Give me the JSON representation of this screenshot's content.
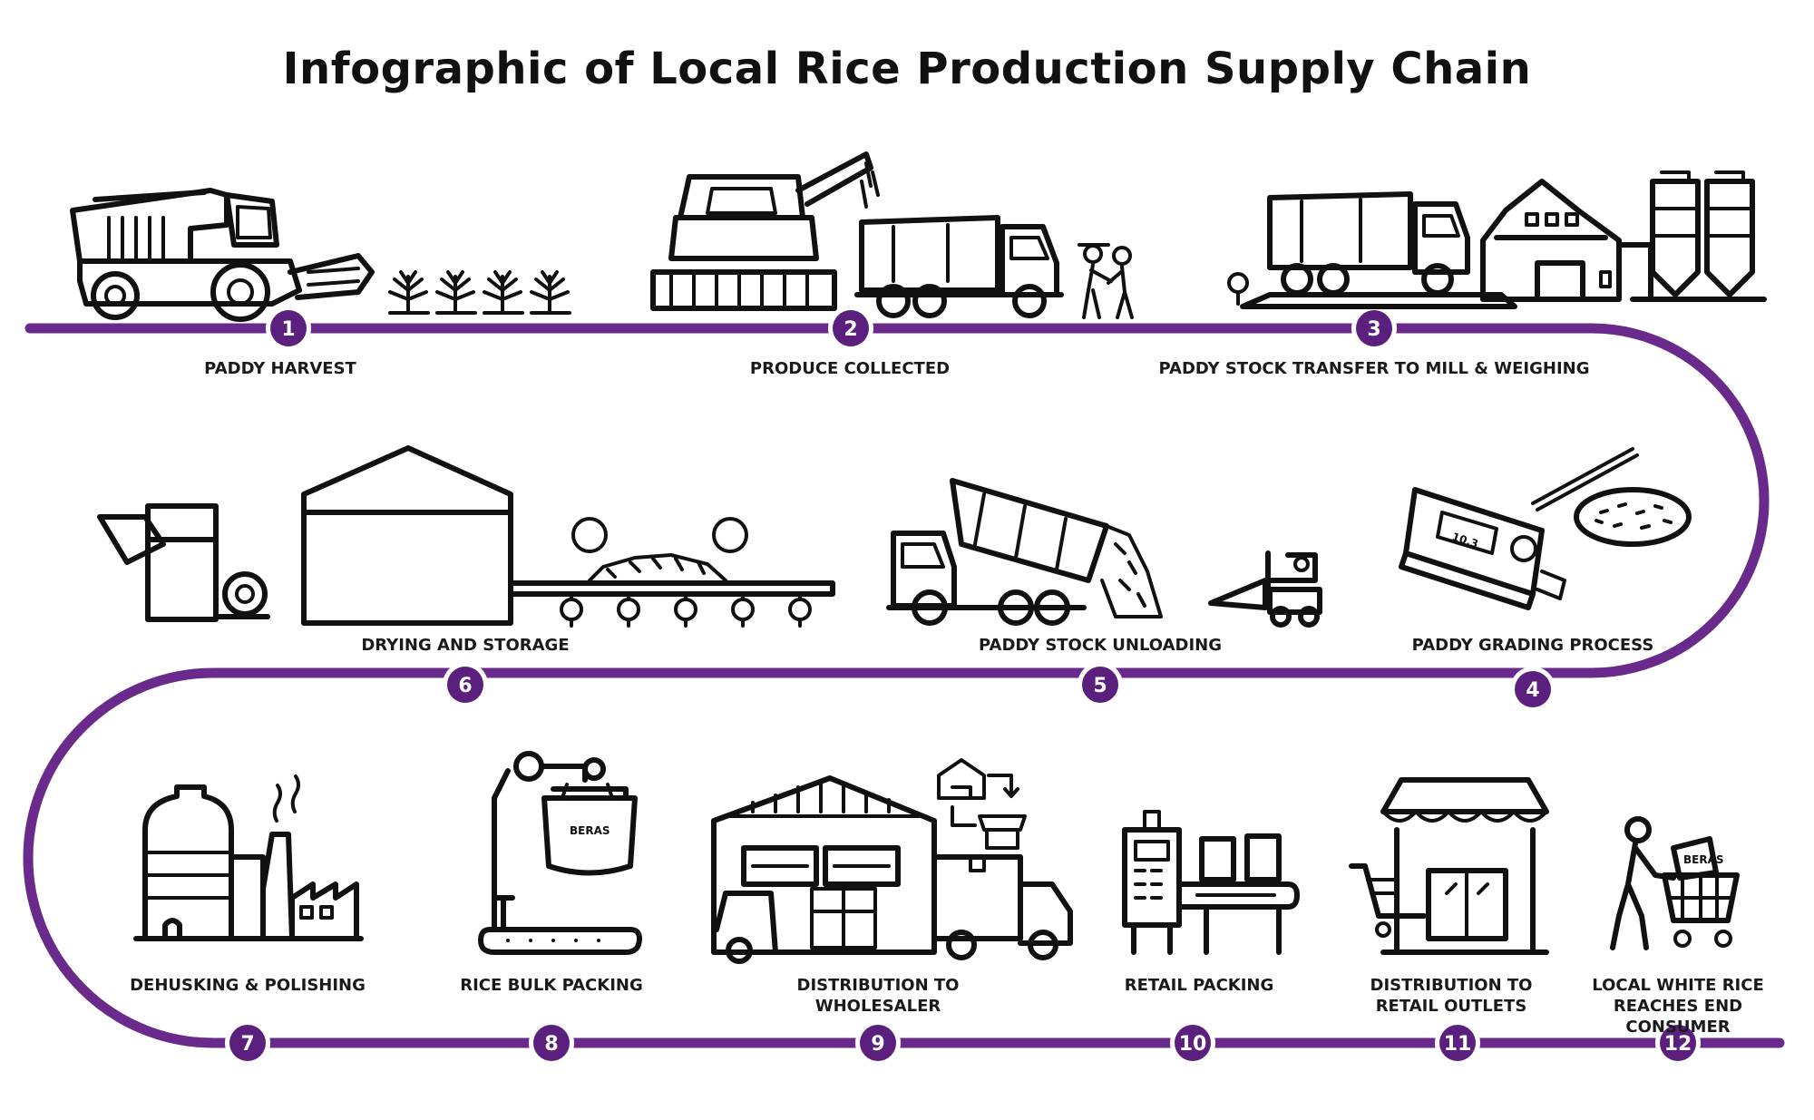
{
  "title": "Infographic of Local Rice Production Supply Chain",
  "colors": {
    "path": "#6a2a8c",
    "marker": "#5b1f7d",
    "ink": "#111111"
  },
  "steps": [
    {
      "number": "1",
      "label": "PADDY HARVEST"
    },
    {
      "number": "2",
      "label": "PRODUCE COLLECTED"
    },
    {
      "number": "3",
      "label": "PADDY STOCK TRANSFER TO MILL & WEIGHING"
    },
    {
      "number": "4",
      "label": "PADDY GRADING PROCESS"
    },
    {
      "number": "5",
      "label": "PADDY STOCK UNLOADING"
    },
    {
      "number": "6",
      "label": "DRYING AND STORAGE"
    },
    {
      "number": "7",
      "label": "DEHUSKING & POLISHING"
    },
    {
      "number": "8",
      "label": "RICE BULK PACKING"
    },
    {
      "number": "9",
      "label": "DISTRIBUTION TO WHOLESALER"
    },
    {
      "number": "10",
      "label": "RETAIL PACKING"
    },
    {
      "number": "11",
      "label": "DISTRIBUTION TO RETAIL OUTLETS"
    },
    {
      "number": "12",
      "label": "LOCAL WHITE RICE REACHES END CONSUMER"
    }
  ],
  "bag_text": "BERAS",
  "scale_display": "10.3"
}
